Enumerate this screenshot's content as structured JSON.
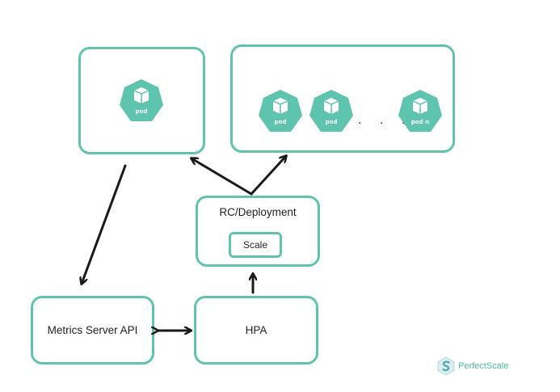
{
  "diagram": {
    "deployment": {
      "title": "RC/Deployment",
      "scale_label": "Scale"
    },
    "metrics_server": {
      "label": "Metrics Server API"
    },
    "hpa": {
      "label": "HPA"
    },
    "pods": {
      "single": "pod",
      "group": [
        "pod",
        "pod",
        "pod n"
      ],
      "ellipsis": ". . ."
    },
    "brand": {
      "name": "PerfectScale",
      "icon": "perfectscale-logo-icon"
    },
    "colors": {
      "accent": "#5fc4ad",
      "pod_fill": "#5fc4ad",
      "arrow": "#1a1a1a"
    }
  }
}
